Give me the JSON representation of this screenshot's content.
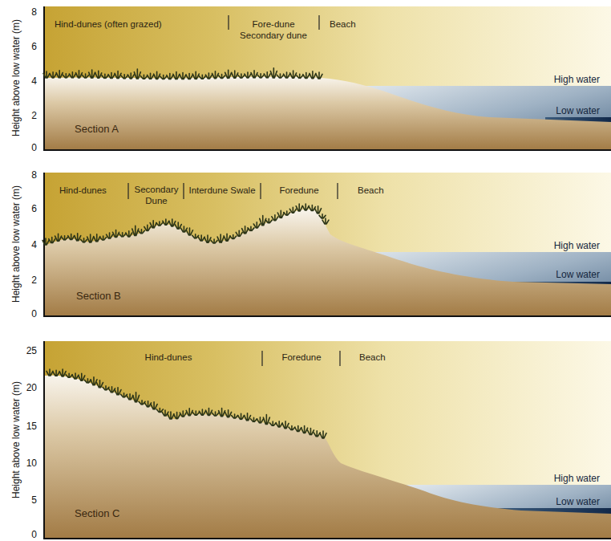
{
  "diagram": {
    "labels": [
      "8",
      "6",
      "4",
      "2",
      "0",
      "Height above low water (m)",
      "Hind-dunes (often grazed)",
      "Fore-dune",
      "Secondary dune",
      "Beach",
      "High water",
      "Low water",
      "Section A",
      "8",
      "6",
      "4",
      "2",
      "0",
      "Height above low water (m)",
      "Hind-dunes",
      "Secondary Dune",
      "Interdune Swale",
      "Foredune",
      "Beach",
      "High water",
      "Low water",
      "Section B",
      "25",
      "20",
      "15",
      "10",
      "5",
      "0",
      "Height above low water (m)",
      "Hind-dunes",
      "Foredune",
      "Beach",
      "High water",
      "Low water",
      "Section C"
    ]
  }
}
